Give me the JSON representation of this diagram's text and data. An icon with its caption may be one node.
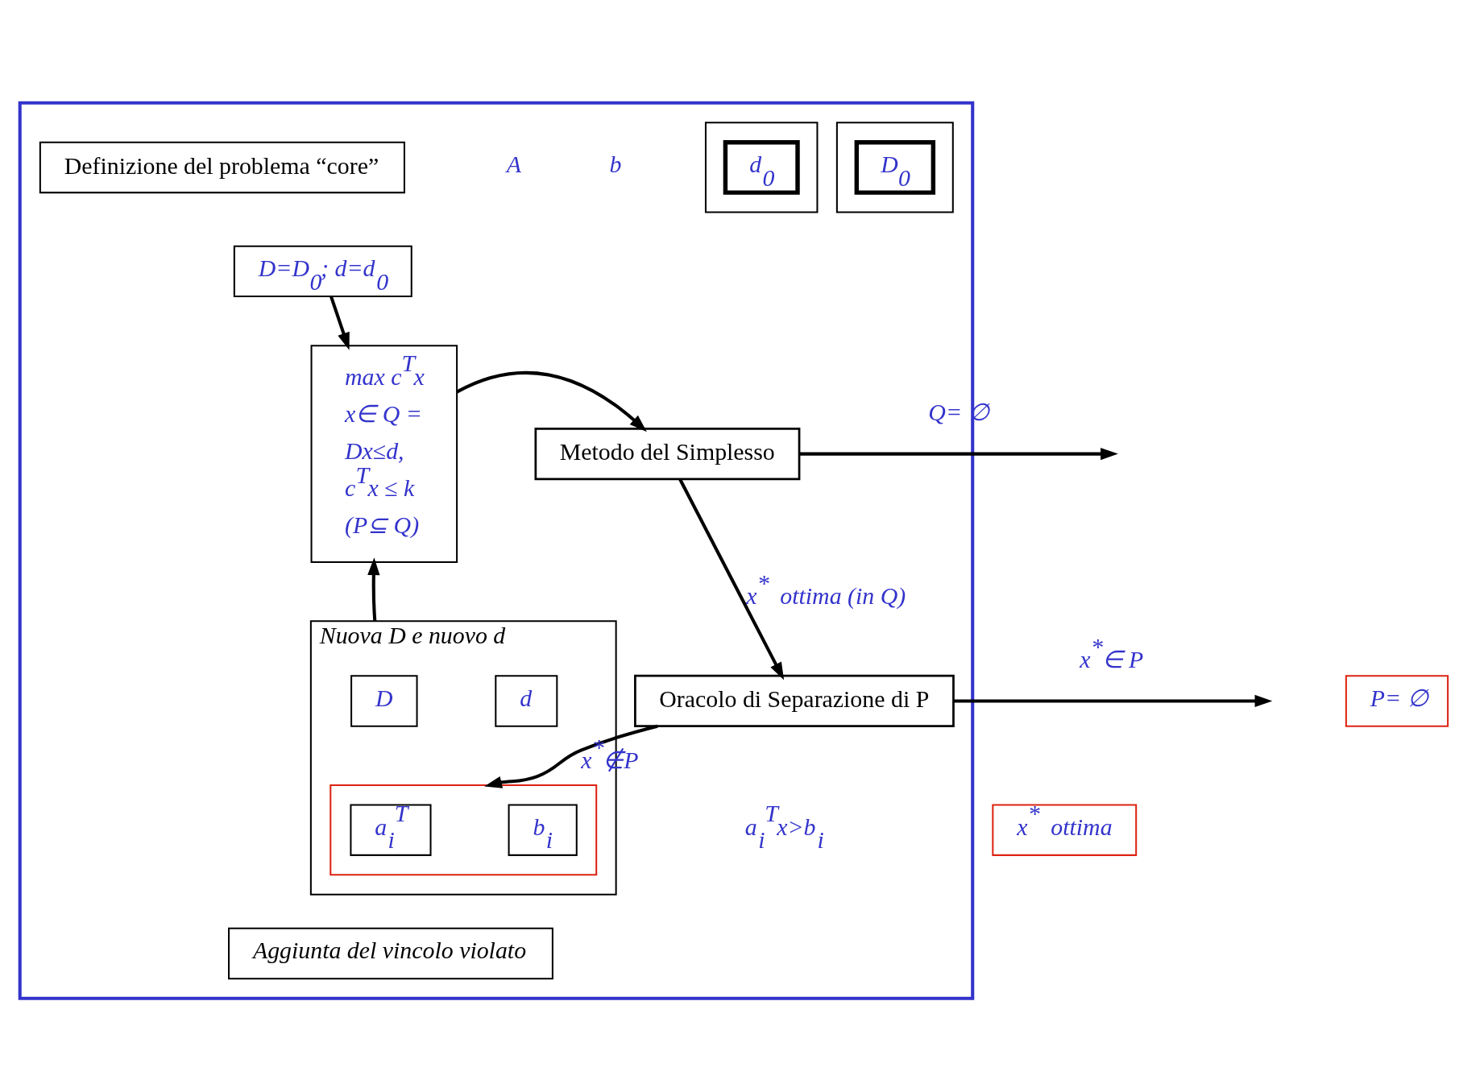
{
  "diagram": {
    "nodes": [
      {
        "text": [],
        "shape": "box"
      },
      {
        "text": [
          "Definizione del problema “core”"
        ],
        "in": 0
      },
      {
        "text": [],
        "shape": "box",
        "in": 0
      },
      {
        "text": [
          "D$_{0}$"
        ],
        "in": 2
      },
      {
        "text": [],
        "shape": "box",
        "in": 0
      },
      {
        "text": [
          "d$_{0}$"
        ],
        "in": 4
      },
      {
        "text": [
          "D=D$_{0}$; d=d$_{0}$"
        ],
        "in": 0
      },
      {
        "text": [
          "max c$^{T}$x",
          "x∈ Q =",
          "Dx≤d,",
          "c$^{T}$x ≤ k",
          "(P⊆ Q)"
        ],
        "in": 0
      },
      {
        "text": [
          "Metodo del Simplesso"
        ],
        "in": 0
      },
      {
        "text": [
          "Oracolo di Separazione di P"
        ],
        "in": 0
      },
      {
        "text": [
          "Nuova D e nuovo d"
        ],
        "in": 0
      },
      {
        "text": [
          "D"
        ],
        "in": 10
      },
      {
        "text": [
          "d"
        ],
        "in": 10
      },
      {
        "text": [],
        "shape": "box",
        "in": 10
      },
      {
        "text": [
          "a$_{i}$$^{T}$"
        ],
        "in": 13
      },
      {
        "text": [
          "b$_{i}$"
        ],
        "in": 13
      },
      {
        "text": [
          "Aggiunta del vincolo violato"
        ],
        "in": 0
      },
      {
        "text": [
          "P= ∅"
        ]
      },
      {
        "text": [
          "x$^{*}$ ottima"
        ]
      }
    ],
    "edges": [
      {
        "from": 6,
        "to": 7,
        "arrow": "to"
      },
      {
        "from": 10,
        "to": 7,
        "arrow": "to"
      },
      {
        "from": 7,
        "to": 8,
        "arrow": "to"
      },
      {
        "from": 8,
        "to": 9,
        "arrow": "to",
        "label": "x$^{*}$ ottima (in Q)"
      },
      {
        "from": 8,
        "to": null,
        "arrow": "to",
        "label": "Q= ∅"
      },
      {
        "from": 9,
        "to": null,
        "arrow": "to",
        "label": "x$^{*}$∈ P"
      },
      {
        "from": 9,
        "to": 13,
        "arrow": "to",
        "label": "x$^{*}$∉P"
      }
    ],
    "labels": [
      "A",
      "b",
      "a$_{i}$$^{T}$x>b$_{i}$"
    ]
  }
}
